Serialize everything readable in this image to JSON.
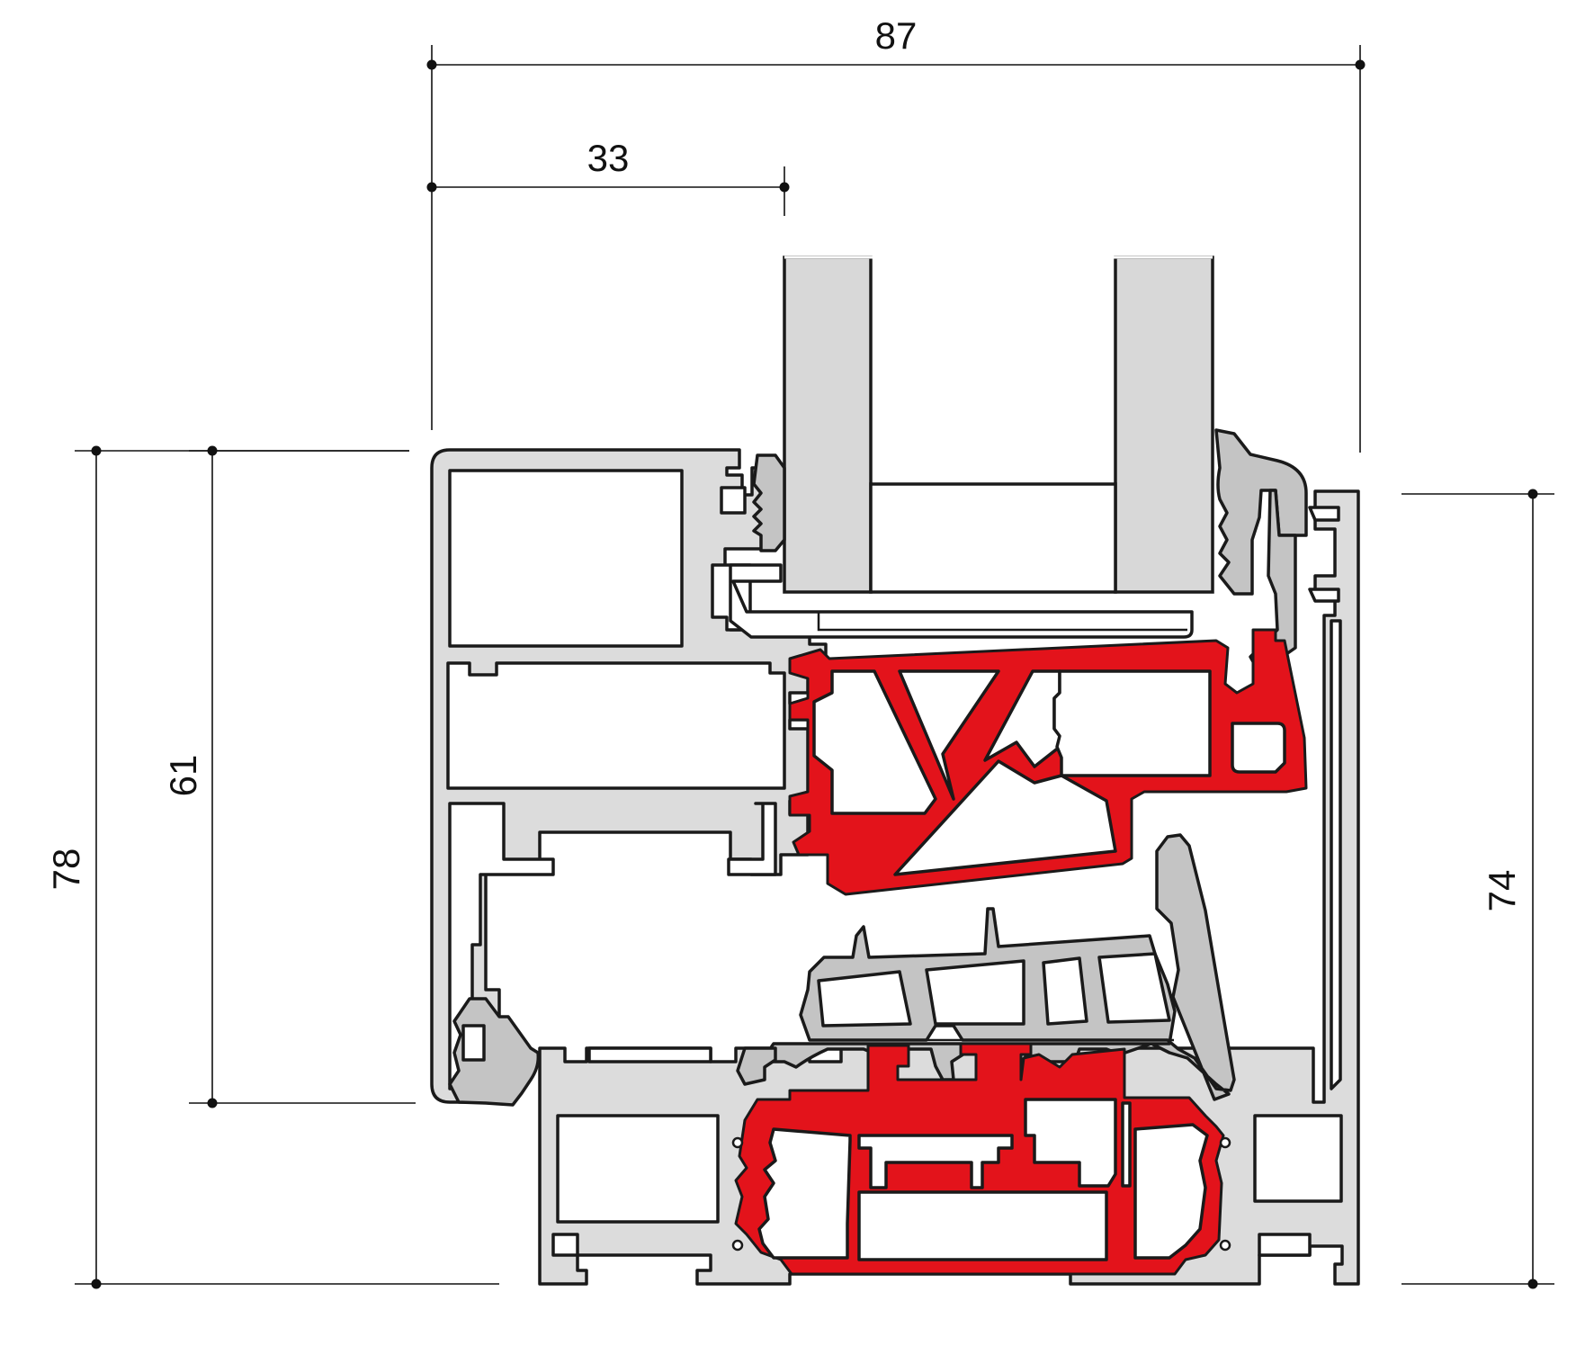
{
  "dimensions": {
    "overall_width": "87",
    "sash_offset": "33",
    "frame_height": "78",
    "sash_height": "61",
    "outer_frame_height": "74"
  },
  "colors": {
    "aluminium": "#dcdcdc",
    "gasket": "#c4c4c4",
    "thermal_barrier": "#e3131b",
    "glass": "#d8d8d8",
    "outline": "#1a1a1a"
  }
}
